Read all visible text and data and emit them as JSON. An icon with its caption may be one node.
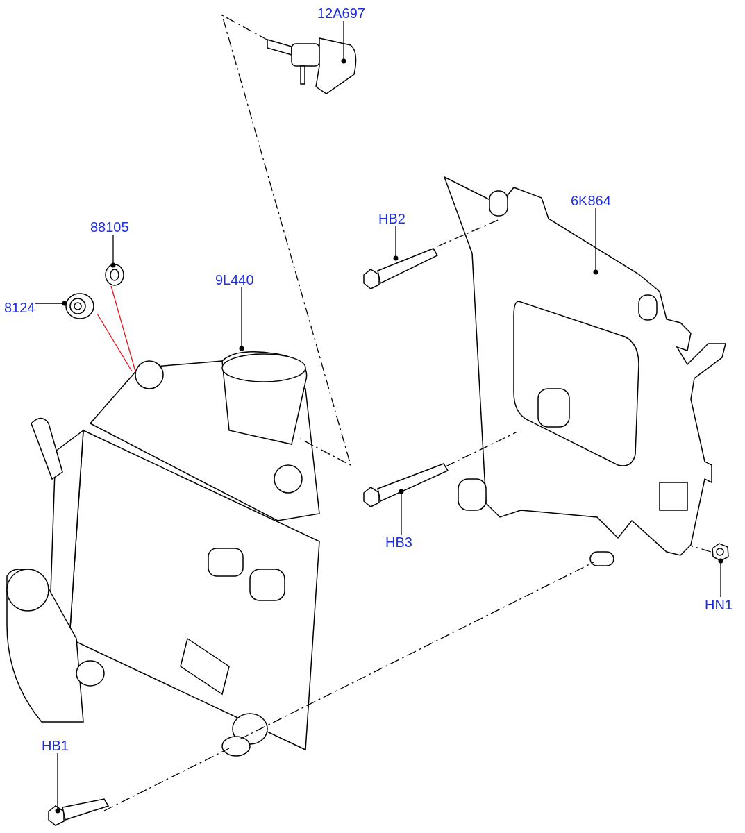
{
  "diagram": {
    "nodes": [
      {
        "text": [
          "12A697"
        ]
      },
      {
        "text": [],
        "shape": "picture"
      },
      {
        "text": [
          "88105"
        ]
      },
      {
        "text": [],
        "shape": "picture"
      },
      {
        "text": [
          "8124"
        ]
      },
      {
        "text": [],
        "shape": "picture"
      },
      {
        "text": [
          "9L440"
        ]
      },
      {
        "text": [],
        "shape": "picture"
      },
      {
        "text": [
          "HB2"
        ]
      },
      {
        "text": [],
        "shape": "picture"
      },
      {
        "text": [
          "6K864"
        ]
      },
      {
        "text": [],
        "shape": "picture"
      },
      {
        "text": [
          "HB3"
        ]
      },
      {
        "text": [],
        "shape": "picture"
      },
      {
        "text": [
          "HN1"
        ]
      },
      {
        "text": [],
        "shape": "picture"
      },
      {
        "text": [
          "HB1"
        ]
      },
      {
        "text": [],
        "shape": "picture"
      }
    ],
    "edges": [
      {
        "from": 0,
        "to": 1,
        "arrow": "other"
      },
      {
        "from": 2,
        "to": 3,
        "arrow": "other"
      },
      {
        "from": 4,
        "to": 5,
        "arrow": "other"
      },
      {
        "from": 6,
        "to": 7,
        "arrow": "other"
      },
      {
        "from": 8,
        "to": 9,
        "arrow": "other"
      },
      {
        "from": 10,
        "to": 11,
        "arrow": "other"
      },
      {
        "from": 12,
        "to": 13,
        "arrow": "other"
      },
      {
        "from": 14,
        "to": 15,
        "arrow": "other"
      },
      {
        "from": 16,
        "to": 17,
        "arrow": "other"
      },
      {
        "from": 1,
        "to": 7,
        "arrow": "none",
        "style": "dashed"
      },
      {
        "from": 3,
        "to": 7,
        "arrow": "none",
        "color": "#e0141e"
      },
      {
        "from": 5,
        "to": 7,
        "arrow": "none",
        "color": "#e0141e"
      },
      {
        "from": 9,
        "to": 11,
        "arrow": "none",
        "style": "dashed"
      },
      {
        "from": 13,
        "to": 11,
        "arrow": "none",
        "style": "dashed"
      },
      {
        "from": 17,
        "to": 7,
        "arrow": "none",
        "style": "dashed"
      },
      {
        "from": 7,
        "to": 11,
        "arrow": "none",
        "style": "dashed"
      },
      {
        "from": 15,
        "to": 11,
        "arrow": "none",
        "style": "dashed"
      }
    ]
  }
}
